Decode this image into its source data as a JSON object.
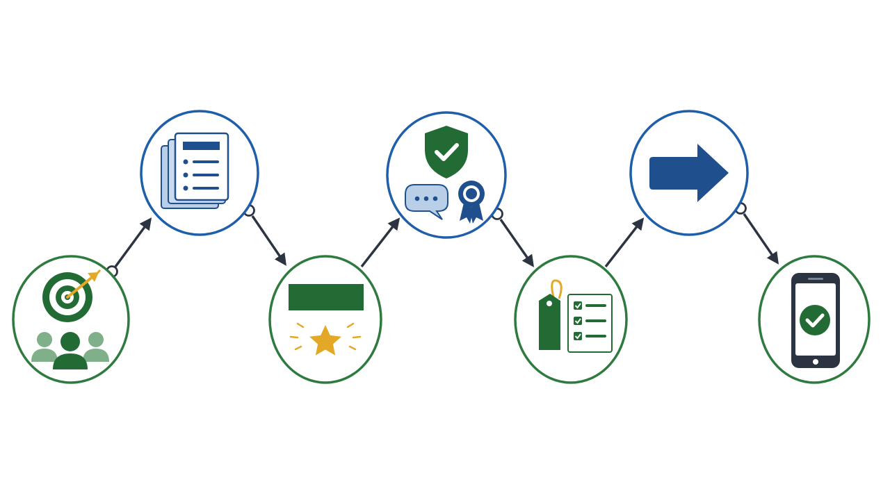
{
  "diagram": {
    "colors": {
      "green": "#2f7a3f",
      "dark_green": "#236b35",
      "light_green": "#7fb08a",
      "blue": "#1f5ea8",
      "dark_blue": "#1f4f8c",
      "light_blue": "#b9cfe8",
      "gold": "#e3a825",
      "dark": "#2b3440"
    },
    "steps": [
      {
        "id": "target-audience",
        "ring": "green",
        "icons": [
          "target-icon",
          "arrow-in-target-icon",
          "audience-icon"
        ]
      },
      {
        "id": "documents",
        "ring": "blue",
        "icons": [
          "document-stack-icon",
          "list-icon"
        ]
      },
      {
        "id": "featured-rating",
        "ring": "green",
        "icons": [
          "banner-icon",
          "star-icon"
        ]
      },
      {
        "id": "trust-verification",
        "ring": "blue",
        "icons": [
          "shield-check-icon",
          "chat-bubble-icon",
          "award-ribbon-icon"
        ]
      },
      {
        "id": "pricing-checklist",
        "ring": "green",
        "icons": [
          "price-tag-icon",
          "checklist-icon"
        ]
      },
      {
        "id": "next-step",
        "ring": "blue",
        "icons": [
          "right-arrow-icon"
        ]
      },
      {
        "id": "mobile-confirmation",
        "ring": "green",
        "icons": [
          "smartphone-icon",
          "check-circle-icon"
        ]
      }
    ]
  }
}
